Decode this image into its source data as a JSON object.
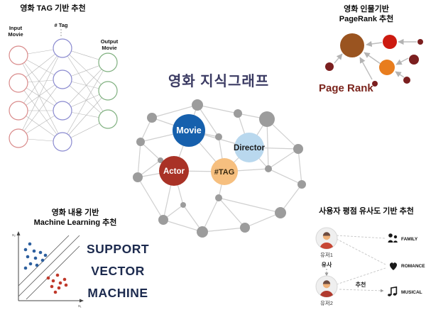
{
  "neural_net": {
    "title": "영화 TAG 기반 추천",
    "input_label_line1": "Input",
    "input_label_line2": "Movie",
    "tag_label": "# Tag",
    "output_label_line1": "Output",
    "output_label_line2": "Movie"
  },
  "pagerank": {
    "title_line1": "영화 인물기반",
    "title_line2": "PageRank 추천",
    "label": "Page Rank",
    "colors": {
      "hub": "#9a5420",
      "red": "#cc1a10",
      "orange": "#e87d1e",
      "small": "#7b1f1f",
      "label": "#7b241c"
    }
  },
  "knowledge_graph": {
    "title": "영화 지식그래프",
    "nodes": {
      "movie": "Movie",
      "director": "Director",
      "actor": "Actor",
      "tag": "#TAG"
    },
    "colors": {
      "movie": "#1660ad",
      "director": "#b9d8ee",
      "actor": "#a93226",
      "tag": "#f6bf7f"
    }
  },
  "svm": {
    "title_line1": "영화 내용 기반",
    "title_line2": "Machine Learning 추천",
    "word1": "SUPPORT",
    "word2": "VECTOR",
    "word3": "MACHINE",
    "axis_y": "x₂",
    "axis_x": "x₁"
  },
  "user_similarity": {
    "title": "사용자 평점 유사도 기반 추천",
    "user1": "유저1",
    "user2": "유저2",
    "similar_label": "유사",
    "recommend_label": "추천",
    "genres": [
      "FAMILY",
      "ROMANCE",
      "MUSICAL"
    ]
  }
}
